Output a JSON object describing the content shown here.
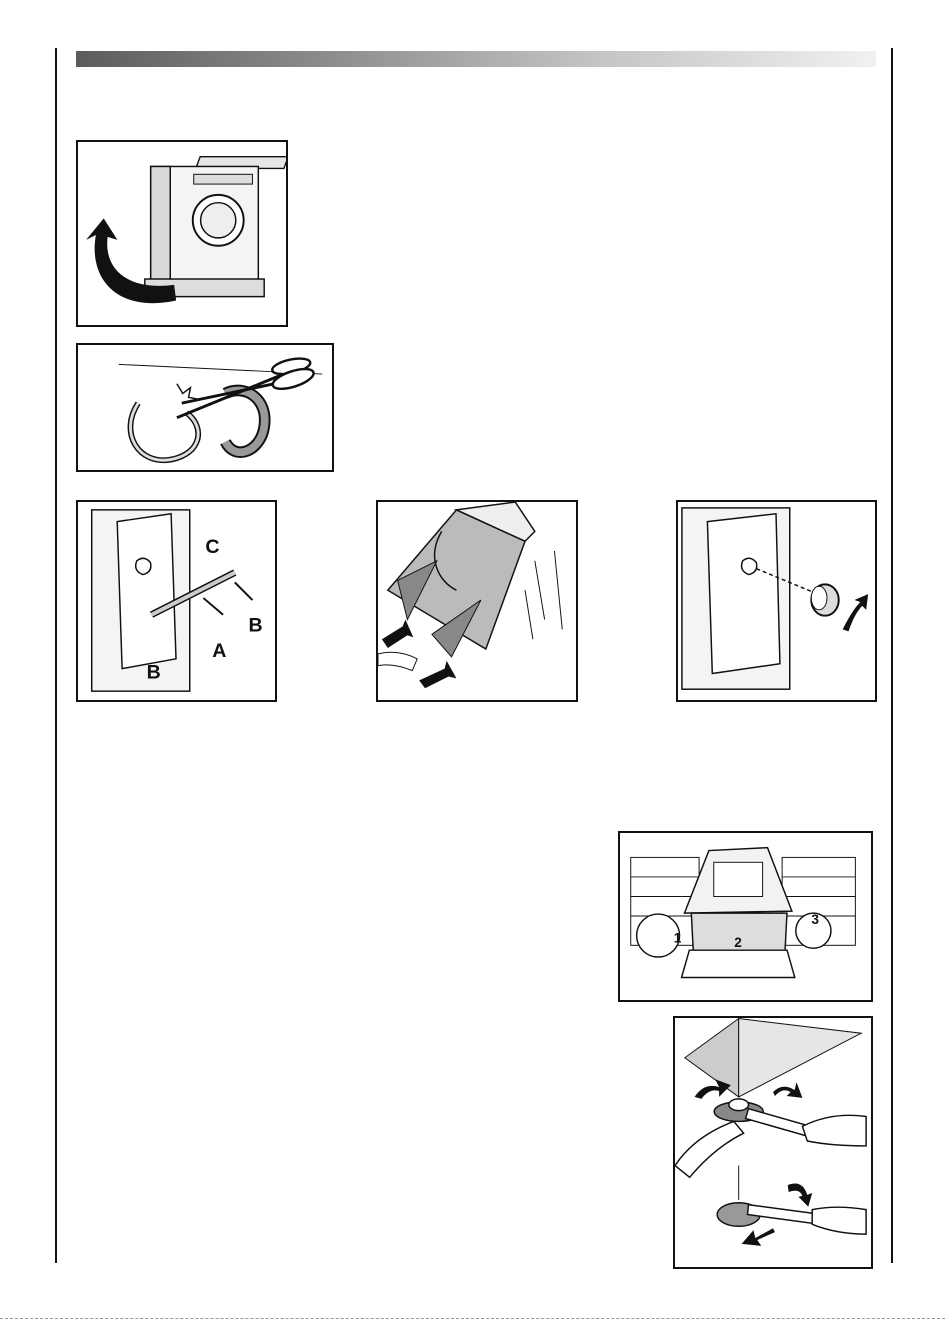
{
  "header": {
    "bar_colors": [
      "#5c5c5c",
      "#f1f1f1"
    ]
  },
  "figures": {
    "packaging_removal": {
      "icon": "curved-arrow-icon"
    },
    "cut_ties": {
      "icon": "scissors-icon"
    },
    "transit_bracket": {
      "labels": {
        "c": "C",
        "b_top": "B",
        "b_bottom": "B",
        "a": "A"
      }
    },
    "tilt_machine": {
      "icon": "arrow-down-left-icon"
    },
    "hole_cap": {
      "icon": "curved-arrow-up-icon"
    },
    "installation_niche": {
      "steps": [
        "1",
        "2",
        "3"
      ]
    },
    "foot_levelling": {
      "icon": "wrench-icon"
    }
  }
}
